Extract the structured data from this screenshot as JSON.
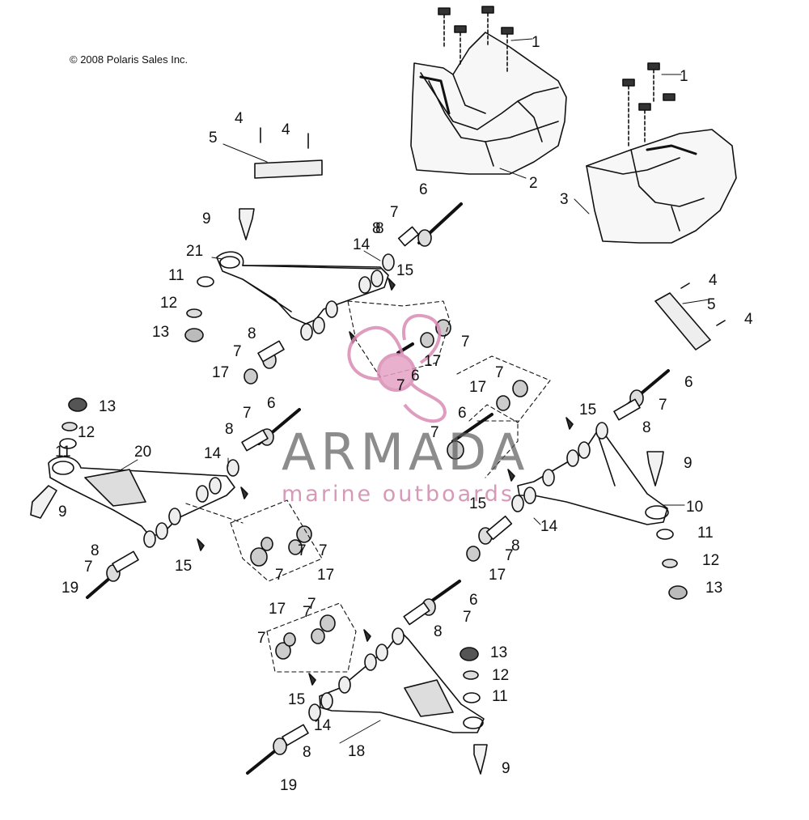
{
  "copyright": "© 2008 Polaris Sales Inc.",
  "watermark": {
    "brand": "ARMADA",
    "tagline": "marine outboards"
  },
  "callouts": [
    {
      "label": "1"
    },
    {
      "label": "1"
    },
    {
      "label": "2"
    },
    {
      "label": "3"
    },
    {
      "label": "4"
    },
    {
      "label": "4"
    },
    {
      "label": "4"
    },
    {
      "label": "4"
    },
    {
      "label": "5"
    },
    {
      "label": "5"
    },
    {
      "label": "6"
    },
    {
      "label": "6"
    },
    {
      "label": "6"
    },
    {
      "label": "6"
    },
    {
      "label": "6"
    },
    {
      "label": "6"
    },
    {
      "label": "7"
    },
    {
      "label": "7"
    },
    {
      "label": "7"
    },
    {
      "label": "7"
    },
    {
      "label": "7"
    },
    {
      "label": "7"
    },
    {
      "label": "7"
    },
    {
      "label": "7"
    },
    {
      "label": "7"
    },
    {
      "label": "7"
    },
    {
      "label": "7"
    },
    {
      "label": "7"
    },
    {
      "label": "7"
    },
    {
      "label": "7"
    },
    {
      "label": "7"
    },
    {
      "label": "7"
    },
    {
      "label": "7"
    },
    {
      "label": "8"
    },
    {
      "label": "8"
    },
    {
      "label": "8"
    },
    {
      "label": "8"
    },
    {
      "label": "8"
    },
    {
      "label": "8"
    },
    {
      "label": "8"
    },
    {
      "label": "8"
    },
    {
      "label": "8"
    },
    {
      "label": "9"
    },
    {
      "label": "9"
    },
    {
      "label": "9"
    },
    {
      "label": "9"
    },
    {
      "label": "10"
    },
    {
      "label": "11"
    },
    {
      "label": "11"
    },
    {
      "label": "11"
    },
    {
      "label": "11"
    },
    {
      "label": "12"
    },
    {
      "label": "12"
    },
    {
      "label": "12"
    },
    {
      "label": "12"
    },
    {
      "label": "13"
    },
    {
      "label": "13"
    },
    {
      "label": "13"
    },
    {
      "label": "13"
    },
    {
      "label": "14"
    },
    {
      "label": "14"
    },
    {
      "label": "14"
    },
    {
      "label": "14"
    },
    {
      "label": "15"
    },
    {
      "label": "15"
    },
    {
      "label": "15"
    },
    {
      "label": "15"
    },
    {
      "label": "15"
    },
    {
      "label": "17"
    },
    {
      "label": "17"
    },
    {
      "label": "17"
    },
    {
      "label": "17"
    },
    {
      "label": "17"
    },
    {
      "label": "17"
    },
    {
      "label": "18"
    },
    {
      "label": "19"
    },
    {
      "label": "19"
    },
    {
      "label": "20"
    },
    {
      "label": "21"
    }
  ]
}
